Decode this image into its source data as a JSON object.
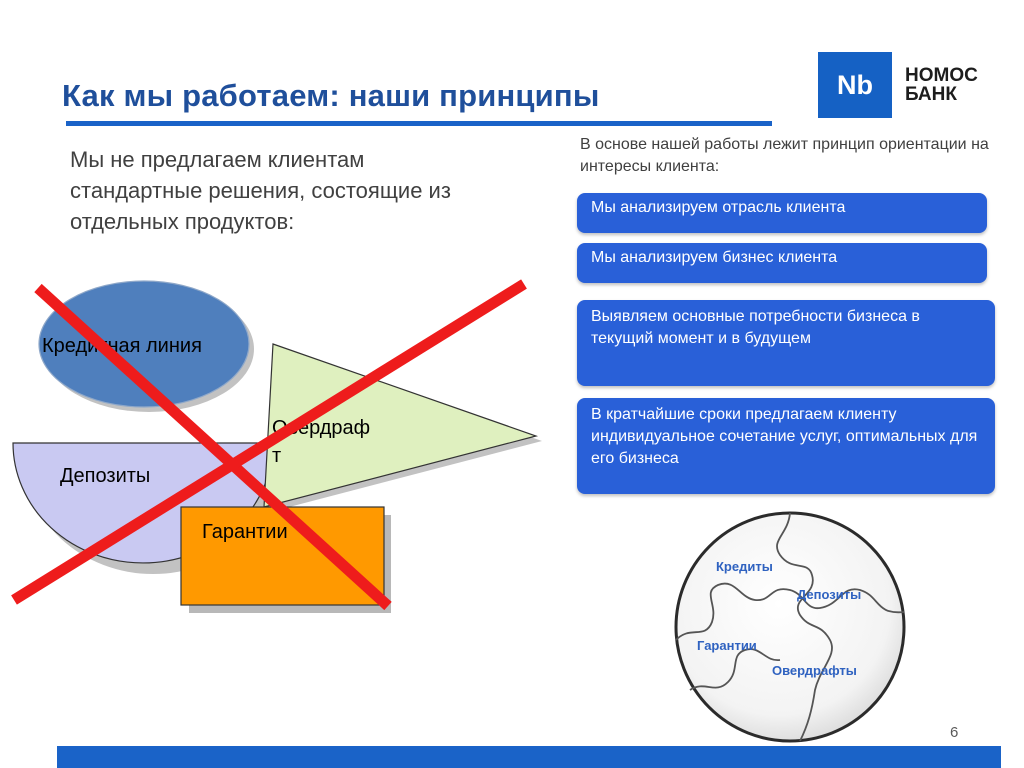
{
  "header": {
    "title": "Как мы работаем: наши принципы",
    "logo_mark": "Nb",
    "logo_text": "НОМОС\nБАНК"
  },
  "left": {
    "text": "Мы не предлагаем клиентам стандартные решения, состоящие из отдельных продуктов:"
  },
  "shapes": {
    "credit_line": "Кредитная линия",
    "overdraft": "Овердраф",
    "overdraft_tail": "т",
    "deposits": "Депозиты",
    "guarantees": "Гарантии"
  },
  "right": {
    "intro": "В основе нашей работы лежит  принцип ориентации на интересы клиента:",
    "boxes": [
      "Мы анализируем  отрасль клиента",
      "Мы анализируем бизнес клиента",
      "Выявляем основные потребности бизнеса в текущий момент и в будущем",
      "В кратчайшие сроки предлагаем клиенту индивидуальное сочетание услуг, оптимальных для его бизнеса"
    ]
  },
  "puzzle": {
    "credits": "Кредиты",
    "deposits": "Депозиты",
    "guarantees": "Гарантии",
    "overdrafts": "Овердрафты"
  },
  "footer": {
    "page_number": "6"
  },
  "colors": {
    "brand_blue": "#1a63c8",
    "title_blue": "#1f4f9b",
    "box_blue": "#2960d8",
    "cross_red": "#ee1c1c",
    "ellipse_blue": "#4f7fbd",
    "triangle_green": "#dff0bf",
    "semicircle_lavender": "#c9c9f2",
    "rect_orange": "#ff9900",
    "puzzle_label_blue": "#2f62c0"
  }
}
